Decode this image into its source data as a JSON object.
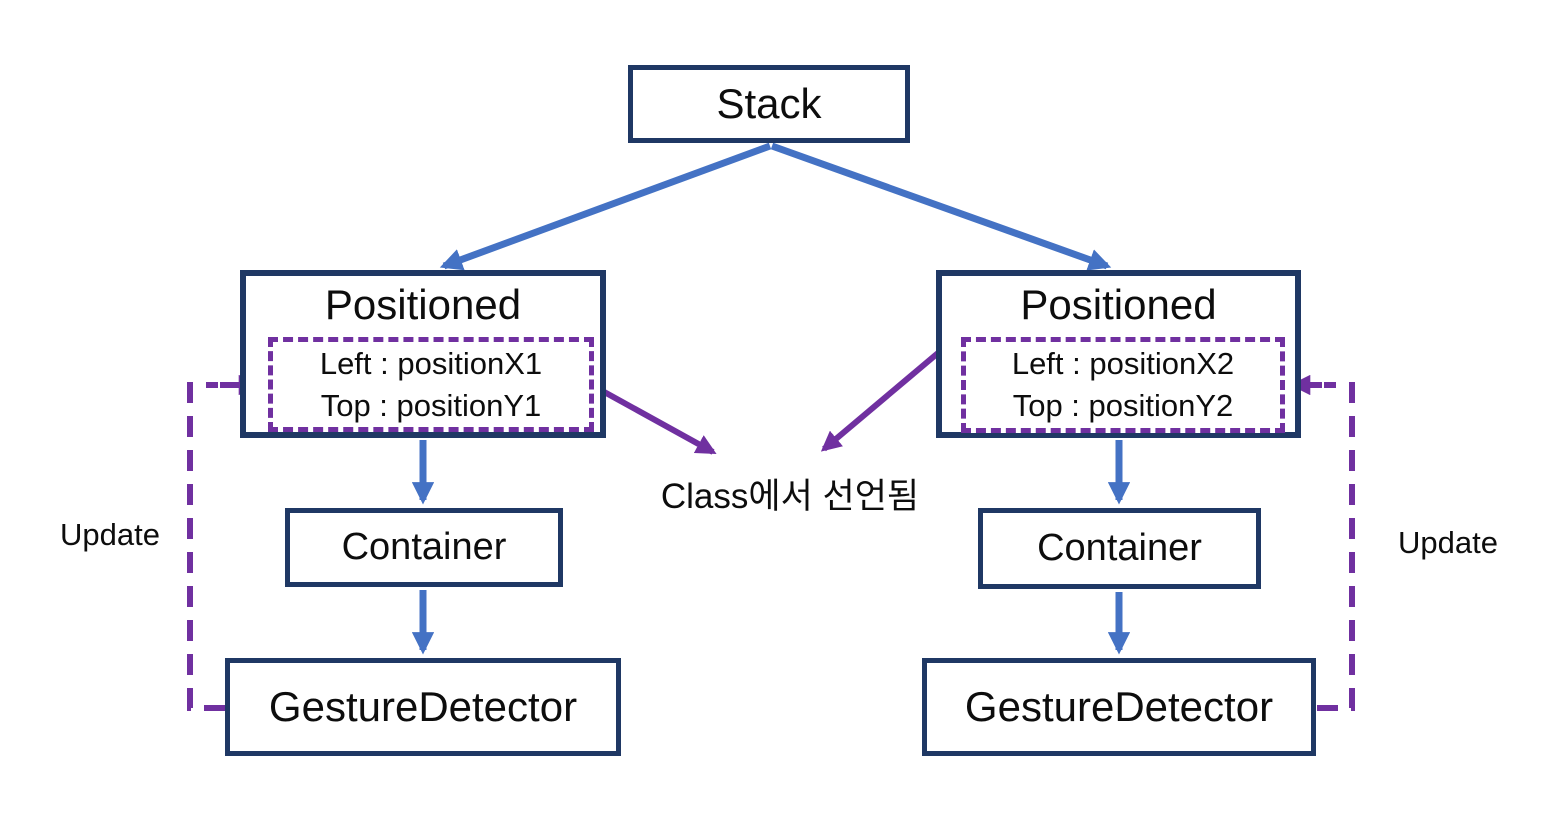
{
  "diagram": {
    "colors": {
      "box_border": "#1f3864",
      "blue_arrow": "#4472c4",
      "purple_accent": "#7030a0",
      "text": "#0d0d0d",
      "background": "#ffffff"
    },
    "stack": {
      "label": "Stack"
    },
    "left": {
      "positioned": {
        "title": "Positioned",
        "prop_left": "Left : positionX1",
        "prop_top": "Top : positionY1"
      },
      "container": {
        "label": "Container"
      },
      "gesture_detector": {
        "label": "GestureDetector"
      },
      "update_label": "Update"
    },
    "right": {
      "positioned": {
        "title": "Positioned",
        "prop_left": "Left : positionX2",
        "prop_top": "Top : positionY2"
      },
      "container": {
        "label": "Container"
      },
      "gesture_detector": {
        "label": "GestureDetector"
      },
      "update_label": "Update"
    },
    "center_note": "Class에서 선언됨"
  }
}
